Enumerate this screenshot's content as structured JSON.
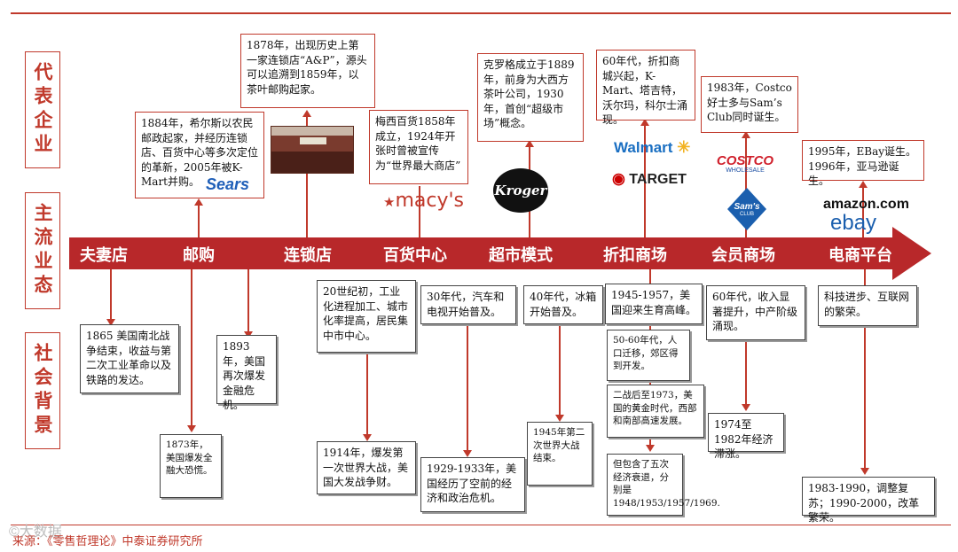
{
  "side_labels": {
    "enterprise": "代表企业",
    "format": "主流业态",
    "background": "社会背景"
  },
  "stages": [
    "夫妻店",
    "邮购",
    "连锁店",
    "百货中心",
    "超市模式",
    "折扣商场",
    "会员商场",
    "电商平台"
  ],
  "top_boxes": {
    "sears": "1884年，希尔斯以农民邮政起家，并经历连锁店、百货中心等多次定位的革新，2005年被K-Mart并购。",
    "ap": "1878年，出现历史上第一家连锁店“A&P”，源头可以追溯到1859年，以茶叶邮购起家。",
    "macys": "梅西百货1858年成立，1924年开张时曾被宣传为“世界最大商店”",
    "kroger": "克罗格成立于1889年，前身为大西方茶叶公司，1930年，首创“超级市场”概念。",
    "discount": "60年代，折扣商城兴起，K-Mart、塔吉特，沃尔玛，科尔士涌现。",
    "costco": "1983年，Costco好士多与Sam’s Club同时诞生。",
    "ebay": "1995年，EBay诞生。1996年，亚马逊诞生。"
  },
  "logos": {
    "sears": "Sears",
    "macys": "macy's",
    "macys_star": "★",
    "kroger": "Kroger",
    "walmart": "Walmart",
    "walmart_spark": "✳",
    "target": "TARGET",
    "target_mark": "◉",
    "costco": "COSTCO",
    "costco_sub": "WHOLESALE",
    "sams": "Sam's",
    "sams_sub": "CLUB",
    "amazon": "amazon.com",
    "ebay": "ebay"
  },
  "bottom_boxes": {
    "b1865": "1865 美国南北战争结束，收益与第二次工业革命以及铁路的发达。",
    "b1873": "1873年，美国爆发全融大恐慌。",
    "b1893": "1893年，美国再次爆发金融危机。",
    "b20c": "20世纪初，工业化进程加工、城市化率提高，居民集中市中心。",
    "b1914": "1914年，爆发第一次世界大战，美国大发战争财。",
    "b30s": "30年代，汽车和电视开始普及。",
    "b1929": "1929-1933年，美国经历了空前的经济和政治危机。",
    "b40s": "40年代，冰箱开始普及。",
    "b1945": "1945年第二次世界大战结束。",
    "b1945_57": "1945-1957，美国迎来生育高峰。",
    "b50_60": "50-60年代，人口迁移，郊区得到开发。",
    "b_post": "二战后至1973，美国的黄金时代，西部和南部高速发展。",
    "b_crisis": "但包含了五次经济衰退，分别是1948/1953/1957/1969.",
    "b60s": "60年代，收入显著提升，中产阶级涌现。",
    "b1974": "1974至1982年经济滞涨。",
    "b_tech": "科技进步、互联网的繁荣。",
    "b1983": "1983-1990，调整复苏；1990-2000，改革繁荣。"
  },
  "source": "来源：《零售哲理论》中泰证券研究所",
  "watermark": "©大数据"
}
